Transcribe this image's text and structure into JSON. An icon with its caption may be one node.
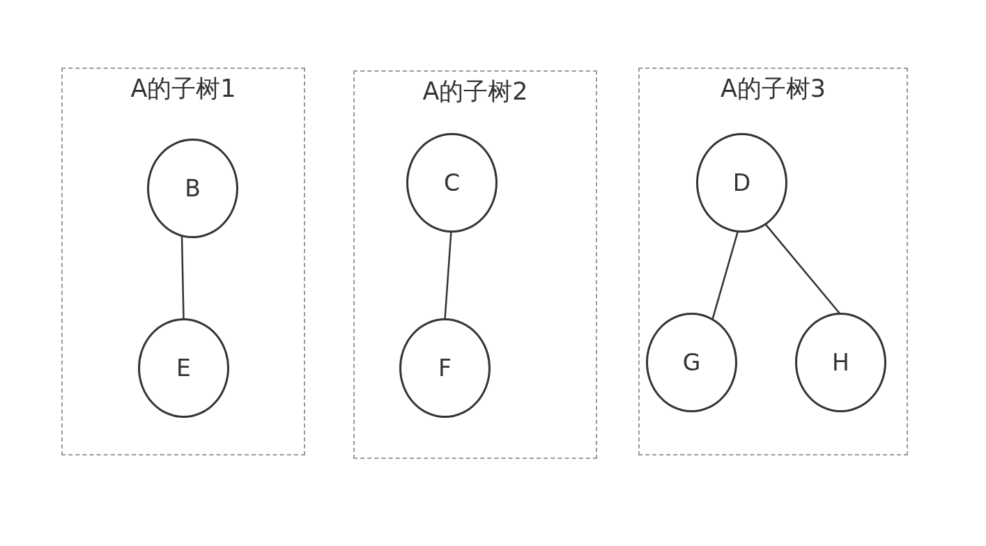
{
  "diagram": {
    "nodes": [
      {
        "text": [
          "A的子树1"
        ]
      },
      {
        "text": [
          "B"
        ],
        "in": 0
      },
      {
        "text": [
          "E"
        ],
        "in": 0
      },
      {
        "text": [
          "A的子树2"
        ]
      },
      {
        "text": [
          "C"
        ],
        "in": 3
      },
      {
        "text": [
          "F"
        ],
        "in": 3
      },
      {
        "text": [
          "A的子树3"
        ]
      },
      {
        "text": [
          "D"
        ],
        "in": 6
      },
      {
        "text": [
          "G"
        ],
        "in": 6
      },
      {
        "text": [
          "H"
        ],
        "in": 6
      }
    ],
    "edges": [
      {
        "from": 1,
        "to": 2,
        "arrow": "none"
      },
      {
        "from": 4,
        "to": 5,
        "arrow": "none"
      },
      {
        "from": 7,
        "to": 8,
        "arrow": "none"
      },
      {
        "from": 7,
        "to": 9,
        "arrow": "none"
      }
    ]
  }
}
